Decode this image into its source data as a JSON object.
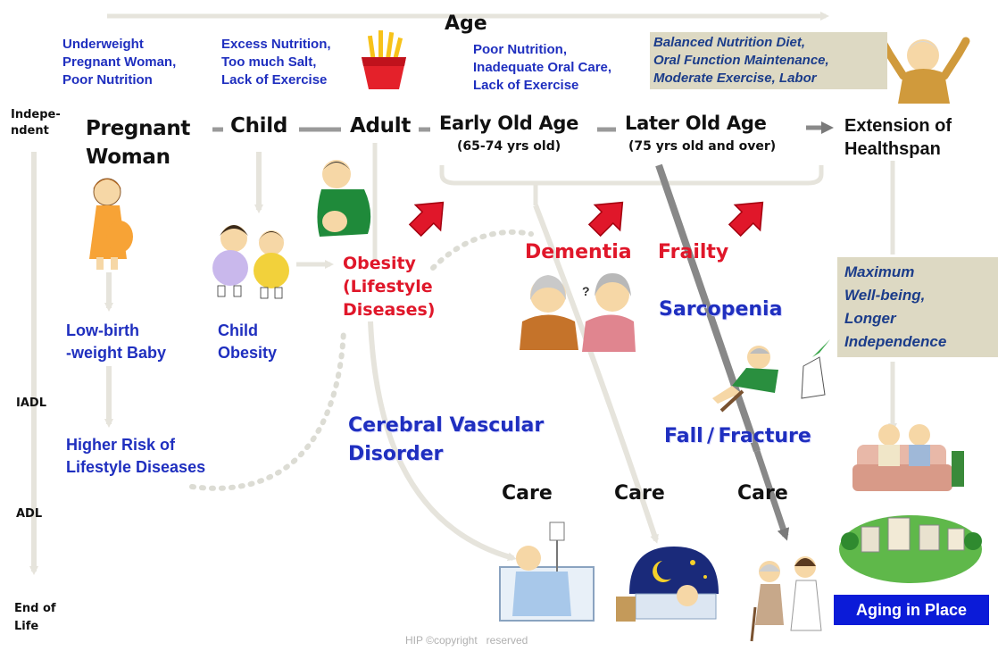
{
  "age_label": "Age",
  "axis": {
    "independent": "Indepe-\nndent",
    "iadl": "IADL",
    "adl": "ADL",
    "end_of_life": "End of\nLife"
  },
  "risk_notes": {
    "pregnancy": "Underweight\nPregnant Woman,\nPoor Nutrition",
    "child": "Excess Nutrition,\nToo much Salt,\nLack of Exercise",
    "adult": "Poor Nutrition,\nInadequate Oral Care,\nLack of Exercise",
    "healthy": "Balanced Nutrition Diet,\nOral Function Maintenance,\nModerate Exercise, Labor"
  },
  "stages": {
    "pregnant": "Pregnant\nWoman",
    "child": "Child",
    "adult": "Adult",
    "early_old": "Early Old Age",
    "early_old_sub": "(65-74 yrs old)",
    "later_old": "Later Old Age",
    "later_old_sub": "(75 yrs old and over)",
    "extension": "Extension of\nHealthspan"
  },
  "outcomes": {
    "low_birth": "Low-birth\n-weight Baby",
    "child_obesity": "Child\nObesity",
    "higher_risk": "Higher Risk of\nLifestyle Diseases",
    "obesity": "Obesity\n(Lifestyle\nDiseases)",
    "dementia": "Dementia",
    "frailty": "Frailty",
    "sarcopenia": "Sarcopenia",
    "cerebral": "Cerebral Vascular\nDisorder",
    "fall": "Fall / Fracture",
    "wellbeing": "Maximum\nWell-being,\nLonger\nIndependence",
    "care": "Care",
    "question_mark": "?"
  },
  "aging_in_place": "Aging in Place",
  "copyright": "HIP ©copyright   reserved",
  "colors": {
    "blue_text": "#1f2fbf",
    "red_text": "#e0172a",
    "arrow_red": "#e0172a",
    "healthy_box": "#ddd9c3",
    "aging_box": "#0b1bd8",
    "flow_line": "#e6e4dc"
  }
}
